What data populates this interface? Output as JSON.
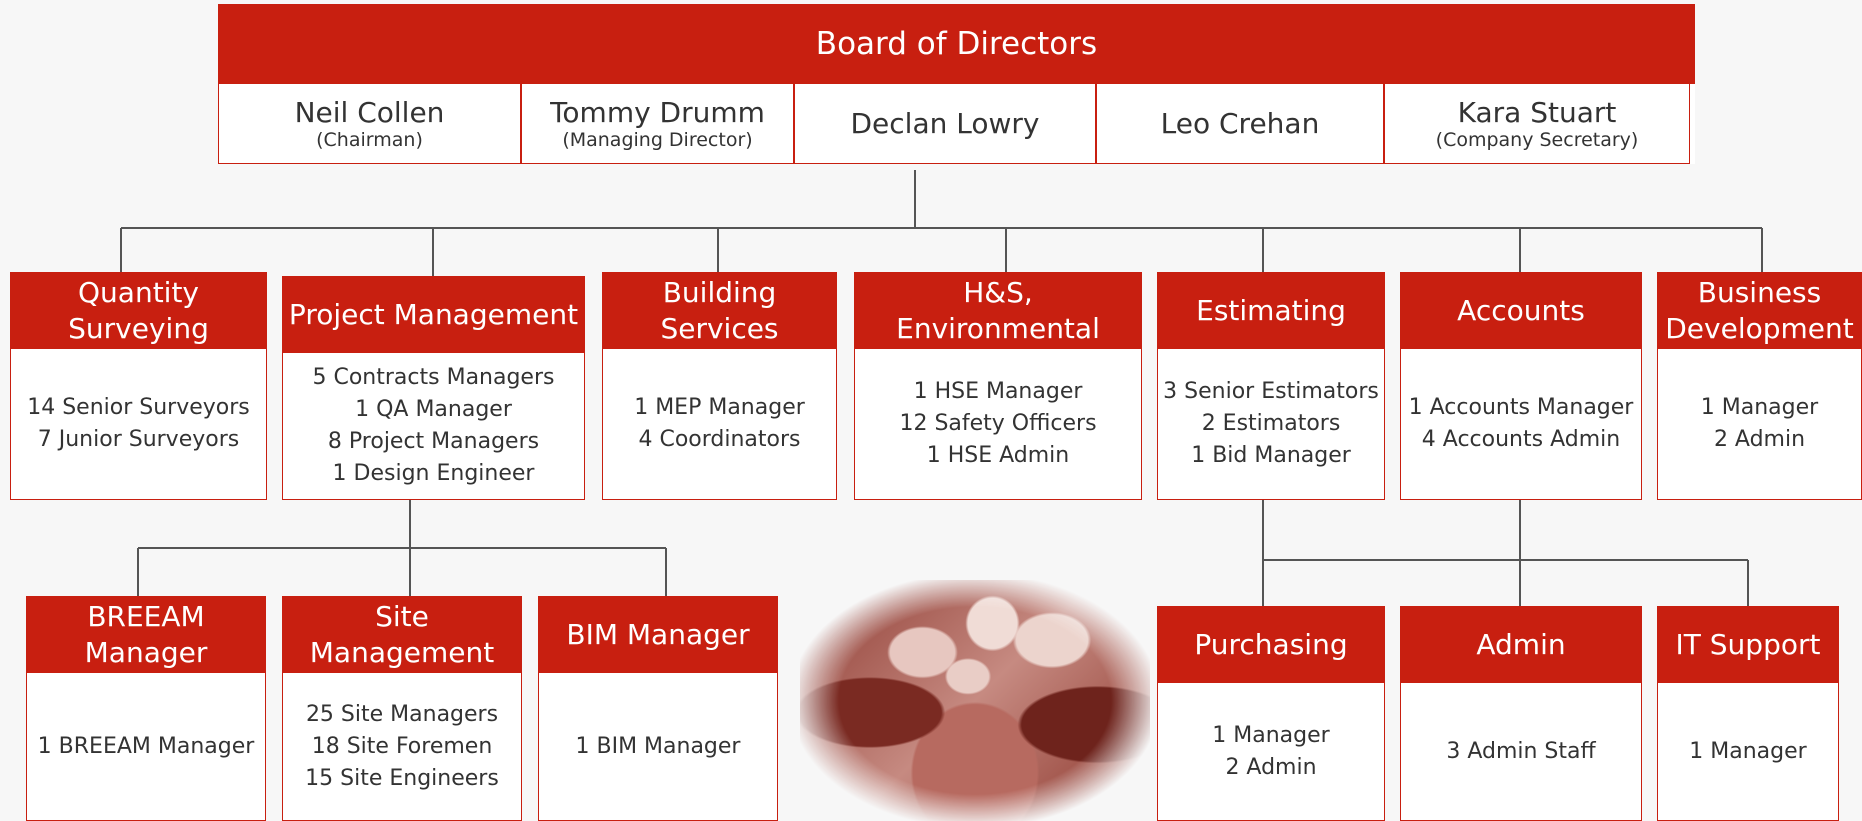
{
  "board": {
    "title": "Board of Directors",
    "members": [
      {
        "name": "Neil Collen",
        "role": "(Chairman)"
      },
      {
        "name": "Tommy Drumm",
        "role": "(Managing Director)"
      },
      {
        "name": "Declan Lowry",
        "role": ""
      },
      {
        "name": "Leo Crehan",
        "role": ""
      },
      {
        "name": "Kara Stuart",
        "role": "(Company Secretary)"
      }
    ]
  },
  "departments": [
    {
      "title": "Quantity Surveying",
      "lines": [
        "14 Senior Surveyors",
        "7 Junior Surveyors"
      ]
    },
    {
      "title": "Project Management",
      "lines": [
        "5 Contracts Managers",
        "1 QA Manager",
        "8 Project Managers",
        "1 Design Engineer"
      ]
    },
    {
      "title": "Building Services",
      "lines": [
        "1 MEP Manager",
        "4 Coordinators"
      ]
    },
    {
      "title": "H&S, Environmental",
      "lines": [
        "1 HSE Manager",
        "12 Safety Officers",
        "1 HSE Admin"
      ]
    },
    {
      "title": "Estimating",
      "lines": [
        "3 Senior Estimators",
        "2 Estimators",
        "1 Bid Manager"
      ]
    },
    {
      "title": "Accounts",
      "lines": [
        "1 Accounts Manager",
        "4 Accounts Admin"
      ]
    },
    {
      "title": "Business Development",
      "lines": [
        "1 Manager",
        "2 Admin"
      ]
    }
  ],
  "sub_departments": [
    {
      "title": "BREEAM Manager",
      "lines": [
        "1 BREEAM Manager"
      ]
    },
    {
      "title": "Site Management",
      "lines": [
        "25 Site Managers",
        "18 Site Foremen",
        "15 Site Engineers"
      ]
    },
    {
      "title": "BIM Manager",
      "lines": [
        "1 BIM Manager"
      ]
    },
    {
      "title": "Purchasing",
      "lines": [
        "1 Manager",
        "2 Admin"
      ]
    },
    {
      "title": "Admin",
      "lines": [
        "3 Admin Staff"
      ]
    },
    {
      "title": "IT Support",
      "lines": [
        "1 Manager"
      ]
    }
  ],
  "colors": {
    "accent": "#c81f10",
    "connector": "#555555"
  }
}
